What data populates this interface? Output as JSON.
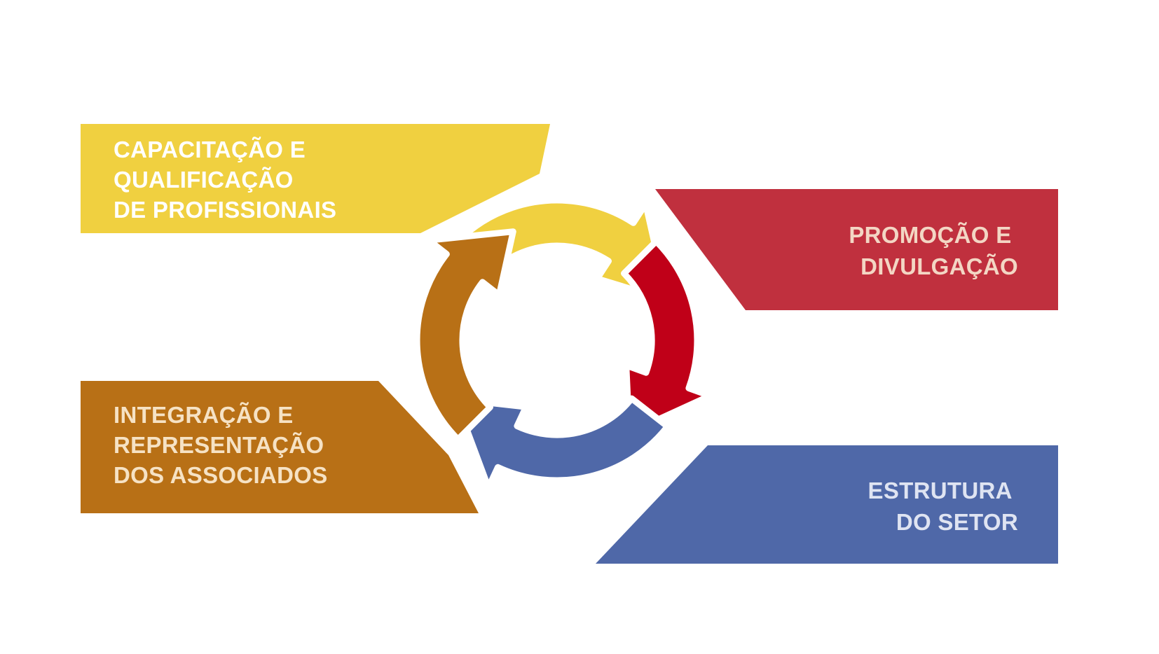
{
  "palette": {
    "background": "#ffffff",
    "yellow": "#f0d040",
    "red": "#c0303e",
    "red_arrow": "#c00018",
    "blue": "#4f68a8",
    "brown": "#b87016",
    "arrow_outline": "#ffffff"
  },
  "blocks": {
    "training": {
      "lines": [
        "CAPACITAÇÃO E",
        "QUALIFICAÇÃO",
        "DE PROFISSIONAIS"
      ],
      "color": "#f0d040",
      "text_color": "#ffffff"
    },
    "promotion": {
      "lines": [
        "PROMOÇÃO E",
        "DIVULGAÇÃO"
      ],
      "color": "#c0303e",
      "text_color": "#f3d6c4"
    },
    "structure": {
      "lines": [
        "ESTRUTURA",
        "DO SETOR"
      ],
      "color": "#4f68a8",
      "text_color": "#dfe4f2"
    },
    "integration": {
      "lines": [
        "INTEGRAÇÃO E",
        "REPRESENTAÇÃO",
        "DOS ASSOCIADOS"
      ],
      "color": "#b87016",
      "text_color": "#f6e2c4"
    }
  },
  "cycle_arrows": [
    {
      "id": "yellow",
      "color": "#f0d040",
      "icon": "arrow-clockwise-icon"
    },
    {
      "id": "red",
      "color": "#c00018",
      "icon": "arrow-clockwise-icon"
    },
    {
      "id": "blue",
      "color": "#4f68a8",
      "icon": "arrow-clockwise-icon"
    },
    {
      "id": "brown",
      "color": "#b87016",
      "icon": "arrow-clockwise-icon"
    }
  ]
}
